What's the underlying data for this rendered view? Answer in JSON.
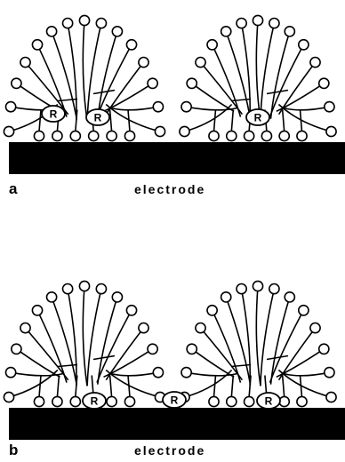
{
  "panels": [
    {
      "label": "a",
      "substrate_label": "electrode",
      "molecule_label": "R",
      "molecule_count": 3
    },
    {
      "label": "b",
      "substrate_label": "electrode",
      "molecule_label": "R",
      "molecule_count": 3
    }
  ]
}
